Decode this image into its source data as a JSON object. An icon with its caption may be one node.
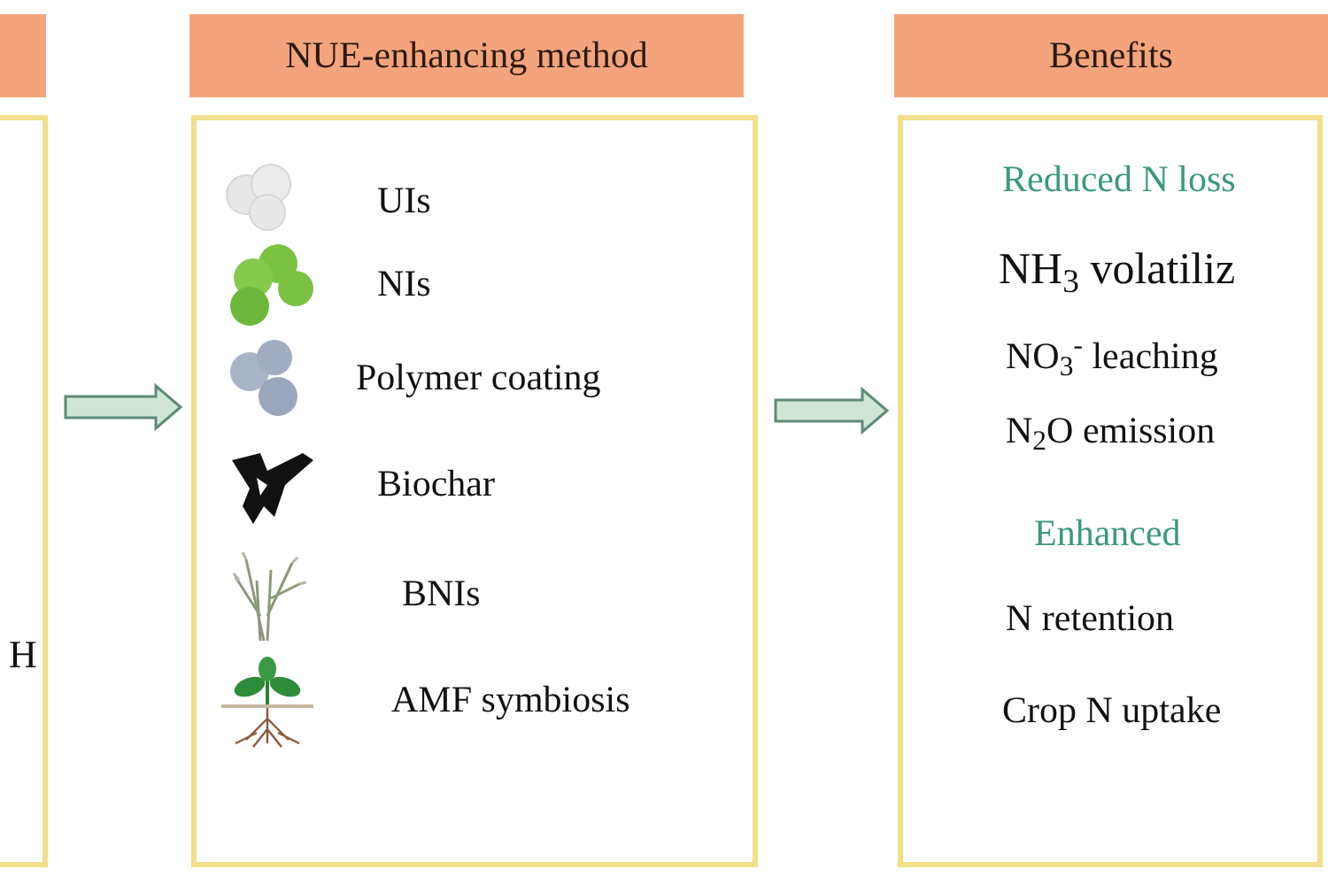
{
  "diagram": {
    "nodes": [
      {
        "text": [],
        "shape": "box"
      },
      {
        "text": [
          "H"
        ]
      },
      {
        "text": [
          "NUE-enhancing method"
        ]
      },
      {
        "text": [],
        "shape": "box"
      },
      {
        "text": [
          "UIs"
        ],
        "in": 3
      },
      {
        "text": [
          "NIs"
        ],
        "in": 3
      },
      {
        "text": [
          "Polymer coating"
        ],
        "in": 3
      },
      {
        "text": [
          "Biochar"
        ],
        "in": 3
      },
      {
        "text": [
          "BNIs"
        ],
        "in": 3
      },
      {
        "text": [
          "AMF symbiosis"
        ],
        "in": 3
      },
      {
        "text": [
          "Benefits"
        ]
      },
      {
        "text": [
          "Reduced N loss",
          "NH$_{3}$ volatiliz",
          "NO$_{3}$$^{-}$ leaching",
          "N$_{2}$O emission",
          "Enhanced",
          "N retention",
          "Crop N uptake"
        ]
      }
    ],
    "edges": [
      {
        "from": 1,
        "to": 3,
        "arrow": "to"
      },
      {
        "from": 3,
        "to": 11,
        "arrow": "to"
      }
    ]
  }
}
